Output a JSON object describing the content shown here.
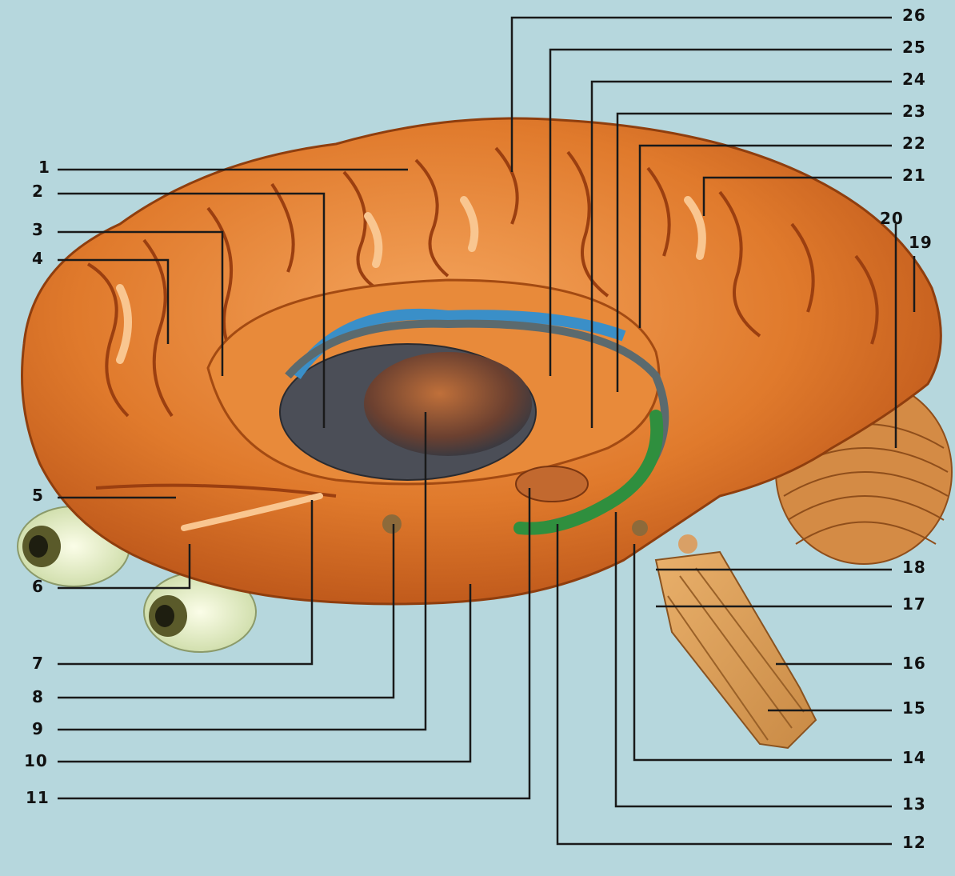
{
  "diagram": {
    "colors": {
      "background": "#b6d7dd",
      "brain": "#e07a2c",
      "gyrus_highlight": "#f6b97a",
      "sulcus": "#9b3f10",
      "ventricle_dark": "#4b4e57",
      "hippocampus_green": "#2f8f3e",
      "leader_line": "#1a1a1a"
    },
    "labels_left": [
      "1",
      "2",
      "3",
      "4",
      "5",
      "6",
      "7",
      "8",
      "9",
      "10",
      "11"
    ],
    "labels_right": [
      "26",
      "25",
      "24",
      "23",
      "22",
      "21",
      "20",
      "19",
      "18",
      "17",
      "16",
      "15",
      "14",
      "13",
      "12"
    ]
  }
}
